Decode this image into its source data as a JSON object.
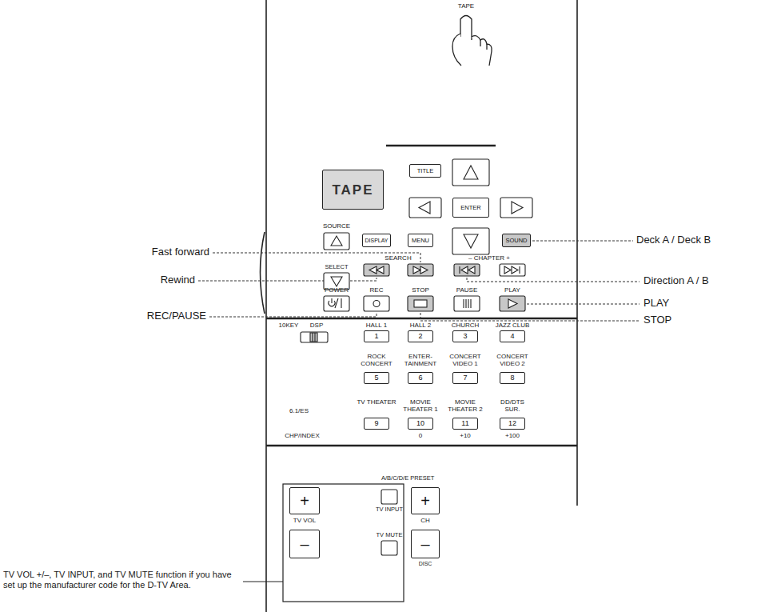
{
  "diagram": {
    "nodes": [
      {
        "text": [
          "TAPE"
        ]
      },
      {
        "text": [
          "TITLE"
        ]
      },
      {
        "text": [
          "ENTER"
        ]
      },
      {
        "text": [
          "DISPLAY"
        ]
      },
      {
        "text": [
          "MENU"
        ]
      },
      {
        "text": [
          "SOUND"
        ]
      },
      {
        "text": [
          "1"
        ]
      },
      {
        "text": [
          "2"
        ]
      },
      {
        "text": [
          "3"
        ]
      },
      {
        "text": [
          "4"
        ]
      },
      {
        "text": [
          "5"
        ]
      },
      {
        "text": [
          "6"
        ]
      },
      {
        "text": [
          "7"
        ]
      },
      {
        "text": [
          "8"
        ]
      },
      {
        "text": [
          "9"
        ]
      },
      {
        "text": [
          "10"
        ]
      },
      {
        "text": [
          "11"
        ]
      },
      {
        "text": [
          "12"
        ]
      },
      {
        "text": [
          "+"
        ]
      },
      {
        "text": [
          "+"
        ]
      },
      {
        "text": [
          "–"
        ]
      },
      {
        "text": [
          "–"
        ]
      }
    ],
    "labels": [
      "TAPE",
      "SOURCE",
      "Fast forward",
      "Deck A / Deck B",
      "SELECT",
      "SEARCH",
      "– CHAPTER +",
      "Rewind",
      "POWER",
      "REC",
      "STOP",
      "PAUSE",
      "PLAY",
      "Direction A / B",
      "PLAY",
      "REC/PAUSE",
      "STOP",
      "10KEY",
      "DSP",
      "HALL 1",
      "HALL 2",
      "CHURCH",
      "JAZZ CLUB",
      "ROCK CONCERT",
      "ENTER- TAINMENT",
      "CONCERT VIDEO 1",
      "CONCERT VIDEO 2",
      "6.1/ES",
      "TV THEATER",
      "MOVIE THEATER 1",
      "MOVIE THEATER 2",
      "DD/DTS SUR.",
      "CHP/INDEX",
      "0",
      "+10",
      "+100",
      "A/B/C/D/E PRESET",
      "TV VOL",
      "TV INPUT",
      "TV MUTE",
      "CH",
      "DISC",
      "TV VOL +/–, TV INPUT, and TV MUTE function if you have set up the manufacturer code for the D-TV Area."
    ]
  }
}
